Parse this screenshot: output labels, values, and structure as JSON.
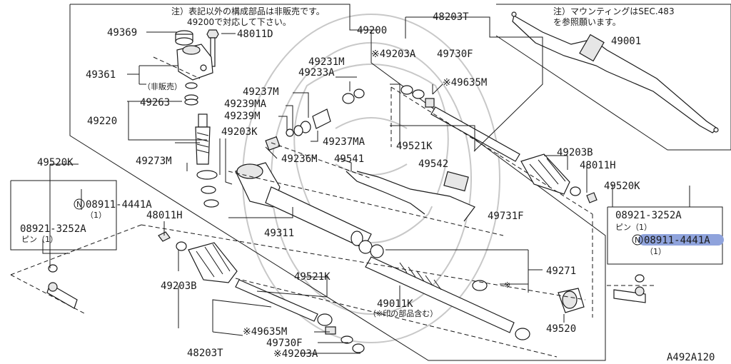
{
  "notes": {
    "top_left_line1": "注）表記以外の構成部品は非販売です。",
    "top_left_line2": "49200で対応して下さい。",
    "top_right_line1": "注）マウンティングはSEC.483",
    "top_right_line2": "を参照願います。"
  },
  "labels": {
    "p49369": "49369",
    "p48011D": "48011D",
    "p49200": "49200",
    "p48203T_top": "48203T",
    "p49001": "49001",
    "p49203A_top": "※49203A",
    "p49730F_top": "49730F",
    "p49231M": "49231M",
    "p49233A": "49233A",
    "p49361": "49361",
    "hihanbai": "（非販売）",
    "p49635M_top": "※49635M",
    "p49237M": "49237M",
    "p49263": "49263",
    "p49239MA": "49239MA",
    "p49239M": "49239M",
    "p49220": "49220",
    "p49237MA": "49237MA",
    "p49203K": "49203K",
    "p49521K_top": "49521K",
    "p49203B_top": "49203B",
    "p49236M": "49236M",
    "p49541": "49541",
    "p48011H_right": "48011H",
    "p49520K_left": "49520K",
    "p49273M": "49273M",
    "p49542": "49542",
    "p49520K_right": "49520K",
    "n08911_left": "08911-4441A",
    "qty1_left": "（1）",
    "p48011H_left": "48011H",
    "p08921_left": "08921-3252A",
    "pin_left": "ピン（1）",
    "p49731F": "49731F",
    "p08921_right": "08921-3252A",
    "pin_right": "ピン（1）",
    "n08911_right": "08911-4441A",
    "qty1_right": "（1）",
    "p49311": "49311",
    "p49271": "49271",
    "p49521K_bottom": "49521K",
    "p49203B_bottom": "49203B",
    "p49011K": "49011K",
    "p49011K_note": "（※印の部品含む）",
    "asterisk": "※",
    "p49520": "49520",
    "p49635M_bottom": "※49635M",
    "p49730F_bottom": "49730F",
    "p48203T_bottom": "48203T",
    "p49203A_bottom": "※49203A",
    "diagram_id": "A492A120"
  },
  "highlight_color": "#8fa3dc"
}
